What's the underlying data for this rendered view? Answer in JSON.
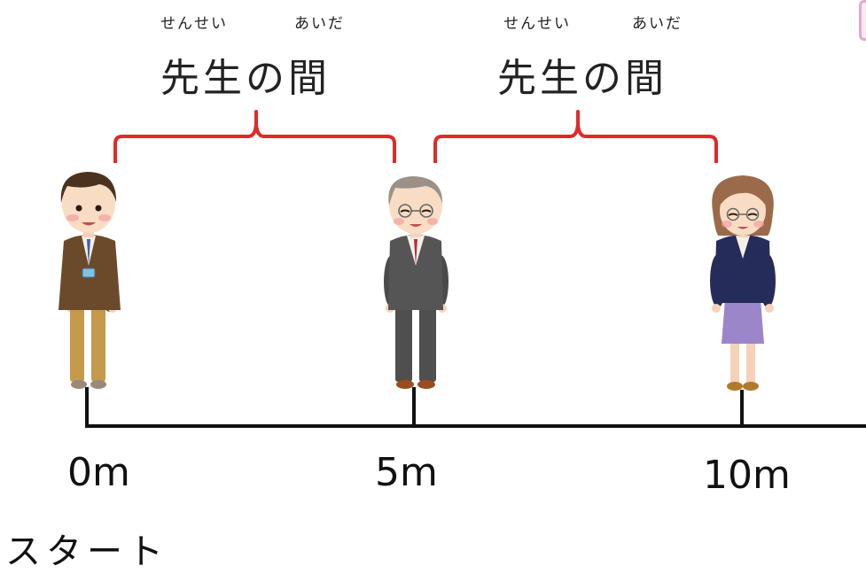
{
  "segments": [
    {
      "ruby_sensei": "せんせい",
      "ruby_aida": "あいだ",
      "label": "先生の間"
    },
    {
      "ruby_sensei": "せんせい",
      "ruby_aida": "あいだ",
      "label": "先生の間"
    }
  ],
  "ticks": [
    "0m",
    "5m",
    "10m"
  ],
  "start_label": "スタート",
  "colors": {
    "bracket": "#e02a2a",
    "axis": "#111111"
  }
}
